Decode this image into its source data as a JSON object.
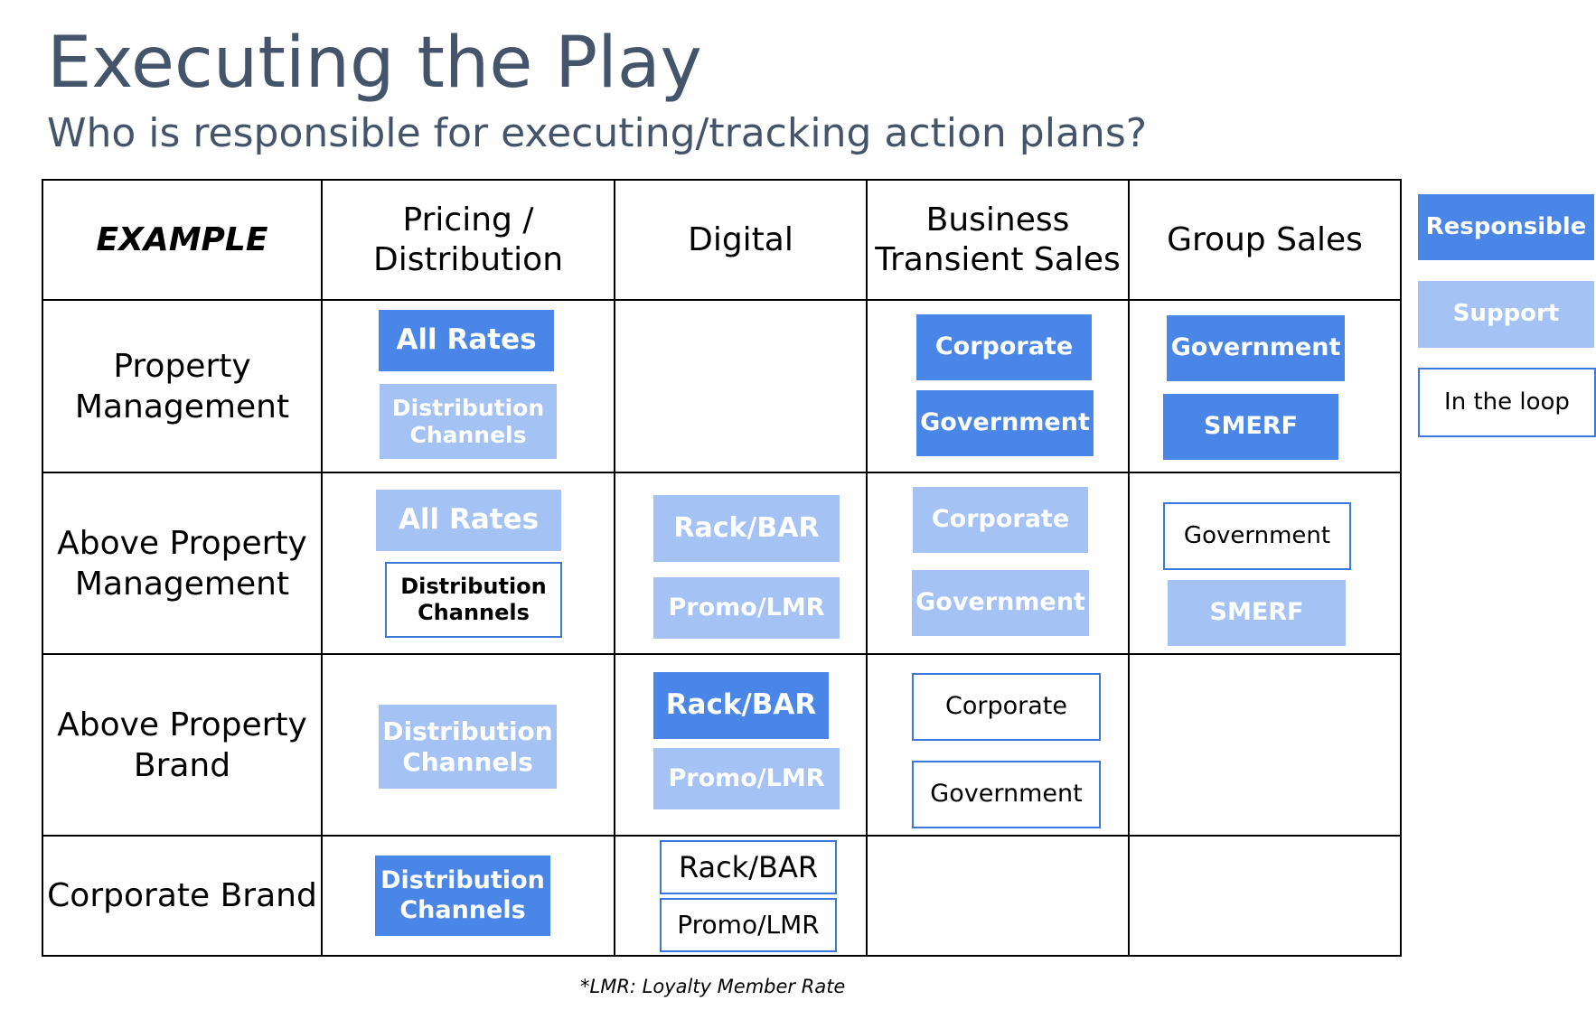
{
  "title": "Executing the Play",
  "subtitle": "Who is responsible for executing/tracking action plans?",
  "corner_label": "EXAMPLE",
  "columns": [
    "Pricing / Distribution",
    "Digital",
    "Business Transient Sales",
    "Group Sales"
  ],
  "rows": [
    {
      "label": "Property Management",
      "cells": [
        [
          {
            "text": "All Rates",
            "role": "responsible"
          },
          {
            "text": "Distribution Channels",
            "role": "support"
          }
        ],
        [],
        [
          {
            "text": "Corporate",
            "role": "responsible"
          },
          {
            "text": "Government",
            "role": "responsible"
          }
        ],
        [
          {
            "text": "Government",
            "role": "responsible"
          },
          {
            "text": "SMERF",
            "role": "responsible"
          }
        ]
      ]
    },
    {
      "label": "Above Property Management",
      "cells": [
        [
          {
            "text": "All Rates",
            "role": "support"
          },
          {
            "text": "Distribution Channels",
            "role": "in-the-loop"
          }
        ],
        [
          {
            "text": "Rack/BAR",
            "role": "support"
          },
          {
            "text": "Promo/LMR",
            "role": "support"
          }
        ],
        [
          {
            "text": "Corporate",
            "role": "support"
          },
          {
            "text": "Government",
            "role": "support"
          }
        ],
        [
          {
            "text": "Government",
            "role": "in-the-loop"
          },
          {
            "text": "SMERF",
            "role": "support"
          }
        ]
      ]
    },
    {
      "label": "Above Property Brand",
      "cells": [
        [
          {
            "text": "Distribution Channels",
            "role": "support"
          }
        ],
        [
          {
            "text": "Rack/BAR",
            "role": "responsible"
          },
          {
            "text": "Promo/LMR",
            "role": "support"
          }
        ],
        [
          {
            "text": "Corporate",
            "role": "in-the-loop"
          },
          {
            "text": "Government",
            "role": "in-the-loop"
          }
        ],
        []
      ]
    },
    {
      "label": "Corporate Brand",
      "cells": [
        [
          {
            "text": "Distribution Channels",
            "role": "responsible"
          }
        ],
        [
          {
            "text": "Rack/BAR",
            "role": "in-the-loop"
          },
          {
            "text": "Promo/LMR",
            "role": "in-the-loop"
          }
        ],
        [],
        []
      ]
    }
  ],
  "legend": {
    "responsible": "Responsible",
    "support": "Support",
    "in_the_loop": "In the loop"
  },
  "colors": {
    "title_text": "#44546a",
    "responsible": "#4a86e8",
    "support": "#a4c2f4",
    "in_the_loop_border": "#3c78d8"
  },
  "footnote": "*LMR: Loyalty Member Rate"
}
